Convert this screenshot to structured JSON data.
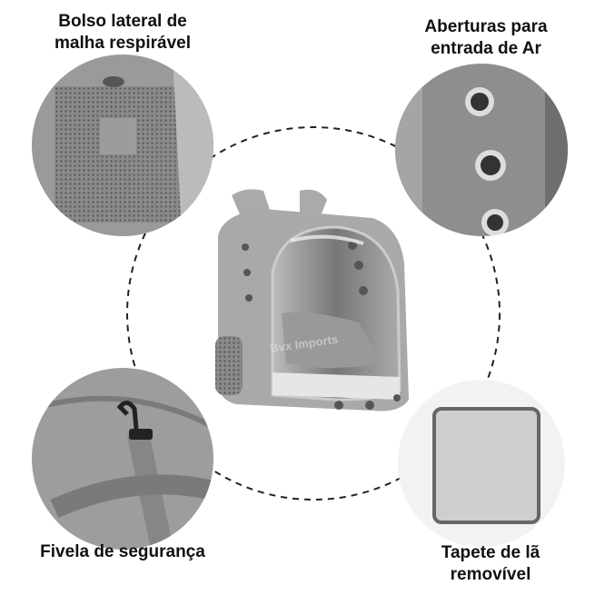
{
  "features": [
    {
      "label_line1": "Bolso lateral de",
      "label_line2": "malha respirável"
    },
    {
      "label_line1": "Aberturas para",
      "label_line2": "entrada de Ar"
    },
    {
      "label_line1": "Fivela de segurança",
      "label_line2": ""
    },
    {
      "label_line1": "Tapete de lã",
      "label_line2": "removível"
    }
  ],
  "watermark": "Bvx Imports",
  "colors": {
    "fabric": "#8f8f8f",
    "dark": "#555555",
    "background": "#ffffff"
  }
}
